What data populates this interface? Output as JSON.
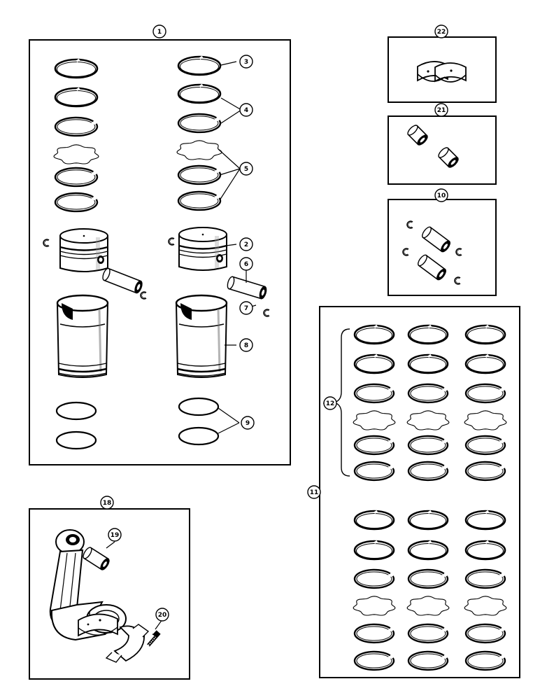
{
  "diagram": {
    "type": "exploded-parts-illustration",
    "kits": [
      {
        "id": "kit-1",
        "callout": "1",
        "parts": [
          "3",
          "4",
          "5",
          "2",
          "6",
          "7",
          "8",
          "9"
        ]
      },
      {
        "id": "kit-22",
        "callout": "22"
      },
      {
        "id": "kit-21",
        "callout": "21"
      },
      {
        "id": "kit-10",
        "callout": "10"
      },
      {
        "id": "kit-11",
        "callout": "11",
        "parts": [
          "12"
        ]
      },
      {
        "id": "kit-18",
        "callout": "18",
        "parts": [
          "19",
          "20"
        ]
      }
    ],
    "callouts": {
      "c1": "1",
      "c2": "2",
      "c3": "3",
      "c4": "4",
      "c5": "5",
      "c6": "6",
      "c7": "7",
      "c8": "8",
      "c9": "9",
      "c10": "10",
      "c11": "11",
      "c12": "12",
      "c18": "18",
      "c19": "19",
      "c20": "20",
      "c21": "21",
      "c22": "22"
    },
    "colors": {
      "ink": "#000000",
      "paper": "#ffffff",
      "shade": "#6a6a6a"
    }
  }
}
